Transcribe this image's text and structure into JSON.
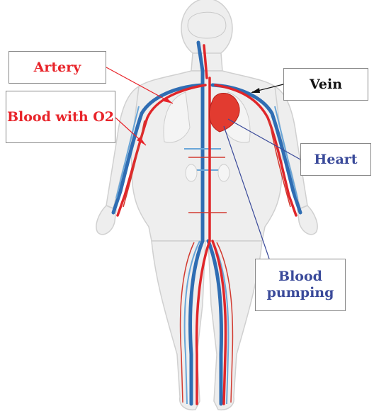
{
  "labels": {
    "artery": "Artery",
    "blood_with_o2": "Blood with O2",
    "vein": "Vein",
    "heart": "Heart",
    "blood_pumping": "Blood pumping"
  },
  "colors": {
    "artery": "#e0262a",
    "vein": "#2f6db3",
    "vein_light": "#6aa6d8",
    "heart": "#e23b30",
    "label_red": "#e8242a",
    "label_black": "#111111",
    "label_blue": "#3a4a9a",
    "body_fill": "#efefef",
    "body_outline": "#cfcfcf"
  }
}
